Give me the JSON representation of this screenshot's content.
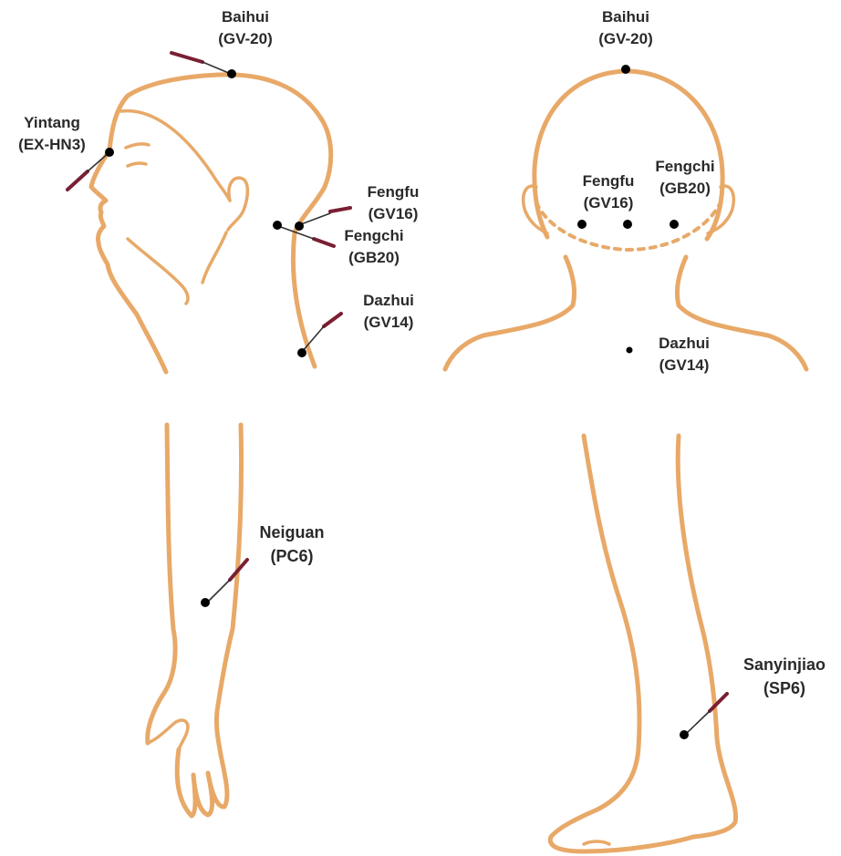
{
  "colors": {
    "outline": "#E8A968",
    "needle": "#7A1F33",
    "point": "#000000",
    "text": "#2a2a2a"
  },
  "figures": {
    "side_head": {
      "points": [
        {
          "name": "Baihui",
          "code": "(GV-20)"
        },
        {
          "name": "Yintang",
          "code": "(EX-HN3)"
        },
        {
          "name": "Fengfu",
          "code": "(GV16)"
        },
        {
          "name": "Fengchi",
          "code": "(GB20)"
        },
        {
          "name": "Dazhui",
          "code": "(GV14)"
        }
      ]
    },
    "back_head": {
      "points": [
        {
          "name": "Baihui",
          "code": "(GV-20)"
        },
        {
          "name": "Fengfu",
          "code": "(GV16)"
        },
        {
          "name": "Fengchi",
          "code": "(GB20)"
        },
        {
          "name": "Dazhui",
          "code": "(GV14)"
        }
      ]
    },
    "forearm": {
      "points": [
        {
          "name": "Neiguan",
          "code": "(PC6)"
        }
      ]
    },
    "lower_leg": {
      "points": [
        {
          "name": "Sanyinjiao",
          "code": "(SP6)"
        }
      ]
    }
  }
}
